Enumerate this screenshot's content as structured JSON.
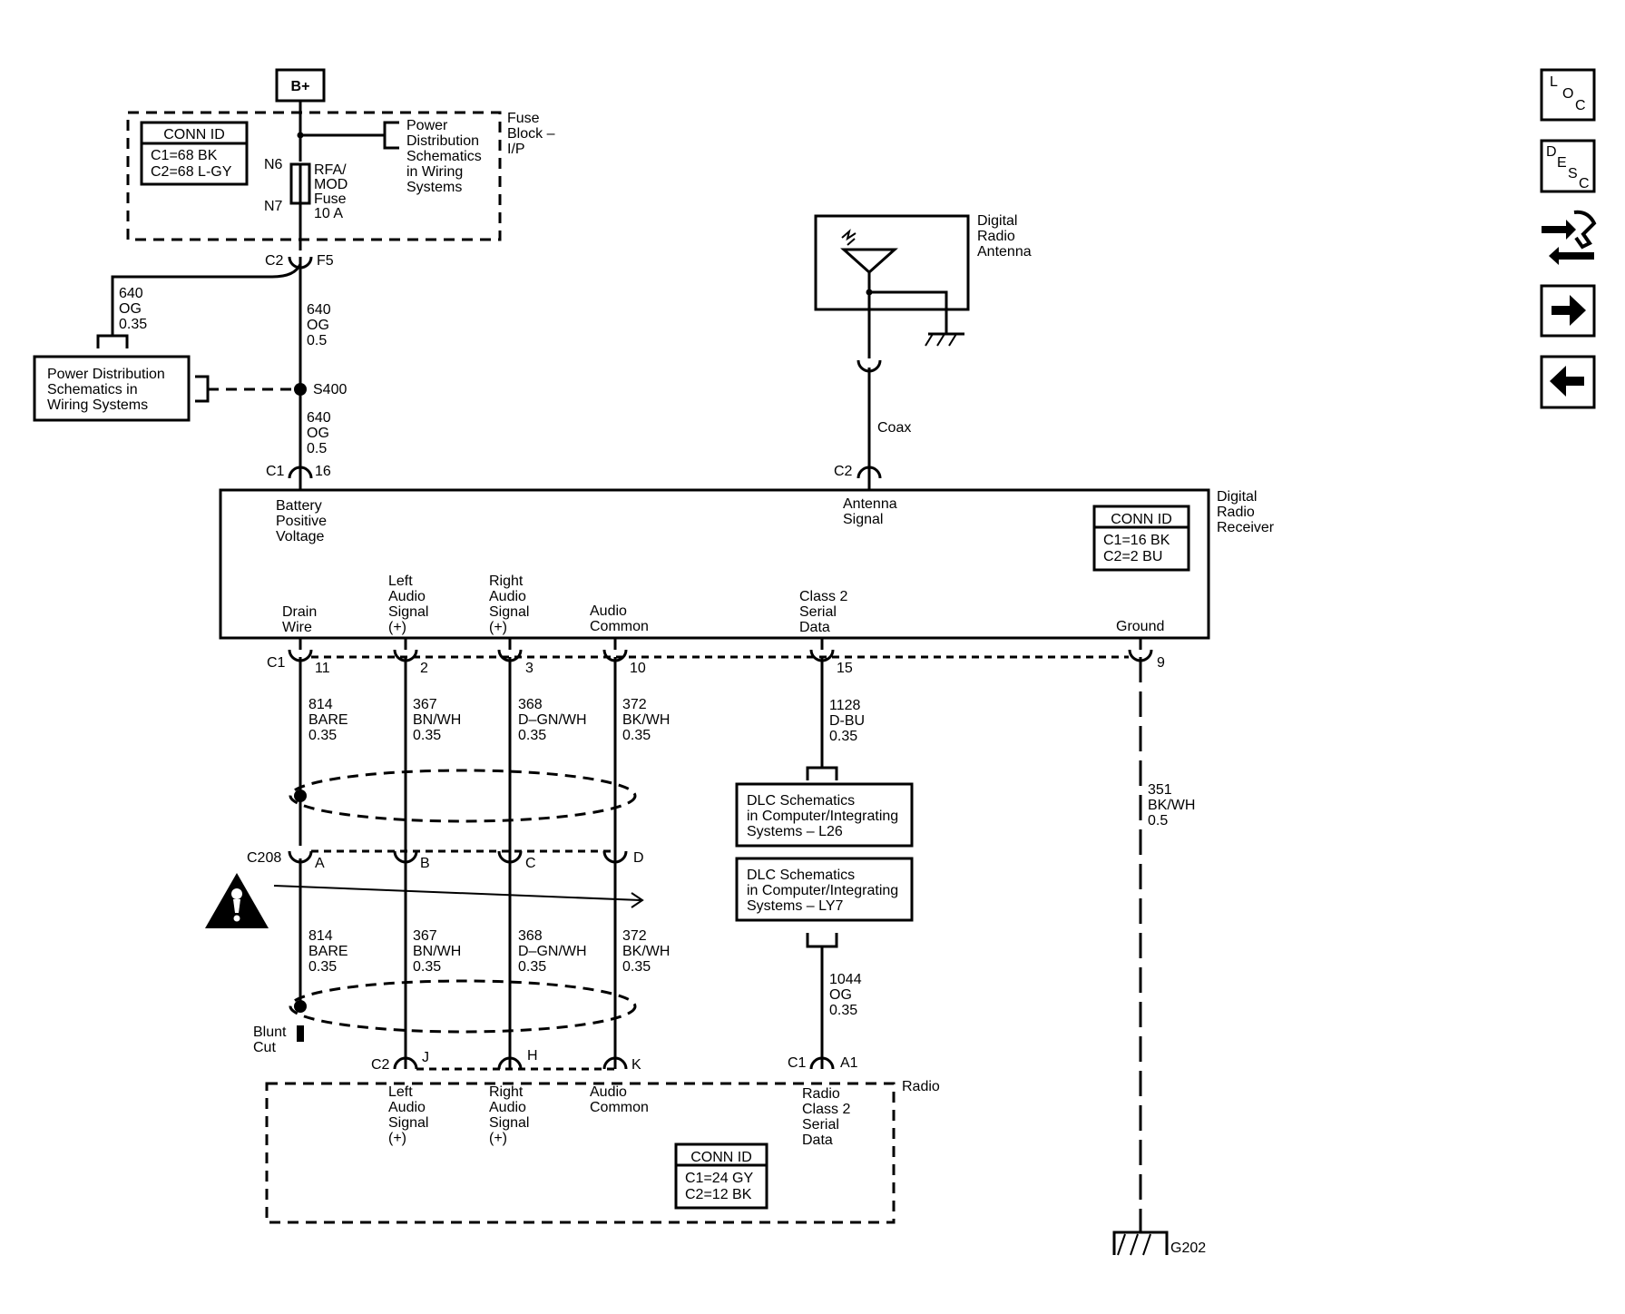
{
  "power": {
    "bplus": "B+",
    "fuse_block_lines": [
      "Fuse",
      "Block –",
      "I/P"
    ],
    "fuse_connid": {
      "title": "CONN ID",
      "lines": [
        "C1=68 BK",
        "C2=68 L-GY"
      ]
    },
    "fuse_ref_lines": [
      "Power",
      "Distribution",
      "Schematics",
      "in Wiring",
      "Systems"
    ],
    "n6": "N6",
    "n7": "N7",
    "fuse_lines": [
      "RFA/",
      "MOD",
      "Fuse",
      "10 A"
    ],
    "c2": "C2",
    "f5": "F5",
    "wire_branch": [
      "640",
      "OG",
      "0.35"
    ],
    "wire_main1": [
      "640",
      "OG",
      "0.5"
    ],
    "wire_main2": [
      "640",
      "OG",
      "0.5"
    ],
    "pds_box_lines": [
      "Power Distribution",
      "Schematics in",
      "Wiring Systems"
    ],
    "splice": "S400"
  },
  "antenna": {
    "label_lines": [
      "Digital",
      "Radio",
      "Antenna"
    ],
    "coax": "Coax",
    "c2": "C2"
  },
  "receiver": {
    "label_lines": [
      "Digital",
      "Radio",
      "Receiver"
    ],
    "connid": {
      "title": "CONN ID",
      "lines": [
        "C1=16 BK",
        "C2=2 BU"
      ]
    },
    "c1_top": "C1",
    "pin16": "16",
    "battery_lines": [
      "Battery",
      "Positive",
      "Voltage"
    ],
    "antenna_signal_lines": [
      "Antenna",
      "Signal"
    ],
    "drain_lines": [
      "Drain",
      "Wire"
    ],
    "left_audio_lines": [
      "Left",
      "Audio",
      "Signal",
      "(+)"
    ],
    "right_audio_lines": [
      "Right",
      "Audio",
      "Signal",
      "(+)"
    ],
    "audio_common_lines": [
      "Audio",
      "Common"
    ],
    "class2_lines": [
      "Class 2",
      "Serial",
      "Data"
    ],
    "ground": "Ground",
    "c1_bottom": "C1",
    "pins": [
      "11",
      "2",
      "3",
      "10",
      "15",
      "9"
    ]
  },
  "wires_upper": [
    [
      "814",
      "BARE",
      "0.35"
    ],
    [
      "367",
      "BN/WH",
      "0.35"
    ],
    [
      "368",
      "D–GN/WH",
      "0.35"
    ],
    [
      "372",
      "BK/WH",
      "0.35"
    ]
  ],
  "wires_lower": [
    [
      "814",
      "BARE",
      "0.35"
    ],
    [
      "367",
      "BN/WH",
      "0.35"
    ],
    [
      "368",
      "D–GN/WH",
      "0.35"
    ],
    [
      "372",
      "BK/WH",
      "0.35"
    ]
  ],
  "class2_wire": [
    "1128",
    "D-BU",
    "0.35"
  ],
  "ground_wire": [
    "351",
    "BK/WH",
    "0.5"
  ],
  "dlc1_lines": [
    "DLC Schematics",
    "in Computer/Integrating",
    "Systems – L26"
  ],
  "dlc2_lines": [
    "DLC Schematics",
    "in Computer/Integrating",
    "Systems – LY7"
  ],
  "class2_wire2": [
    "1044",
    "OG",
    "0.35"
  ],
  "c208": {
    "label": "C208",
    "pins": [
      "A",
      "B",
      "C",
      "D"
    ]
  },
  "blunt_cut_lines": [
    "Blunt",
    "Cut"
  ],
  "radio": {
    "label": "Radio",
    "c2": "C2",
    "c2_pins": [
      "J",
      "H",
      "K"
    ],
    "c1": "C1",
    "a1": "A1",
    "left_lines": [
      "Left",
      "Audio",
      "Signal",
      "(+)"
    ],
    "right_lines": [
      "Right",
      "Audio",
      "Signal",
      "(+)"
    ],
    "common_lines": [
      "Audio",
      "Common"
    ],
    "class2_lines": [
      "Radio",
      "Class 2",
      "Serial",
      "Data"
    ],
    "connid": {
      "title": "CONN ID",
      "lines": [
        "C1=24 GY",
        "C2=12 BK"
      ]
    }
  },
  "ground_label": "G202",
  "nav": {
    "loc": [
      "L",
      "O",
      "C"
    ],
    "desc": [
      "D",
      "E",
      "S",
      "C"
    ]
  }
}
